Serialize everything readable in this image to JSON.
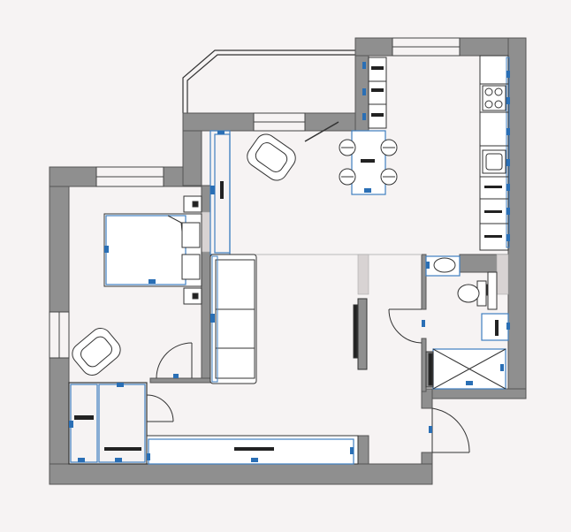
{
  "plan": {
    "colors": {
      "background": "#f6f3f3",
      "wall_fill": "#8f8f8f",
      "wall_stroke": "#555555",
      "line": "#333333",
      "furniture_fill": "#ffffff",
      "accent_blue": "#3f7fc0",
      "marker": "#2a6fb5",
      "dark": "#222222"
    },
    "rooms": [
      {
        "id": "bedroom"
      },
      {
        "id": "living-kitchen"
      },
      {
        "id": "bathroom"
      },
      {
        "id": "hallway"
      },
      {
        "id": "balcony"
      }
    ],
    "furniture": [
      "double-bed",
      "armchair-bedroom",
      "armchair-living",
      "sofa",
      "dining-table",
      "dining-chairs",
      "kitchen-counter",
      "stove",
      "kitchen-sink",
      "toilet",
      "washbasin",
      "washing-machine",
      "shower-tray",
      "wardrobe-bedroom",
      "hallway-wardrobe",
      "tv-stand"
    ]
  }
}
